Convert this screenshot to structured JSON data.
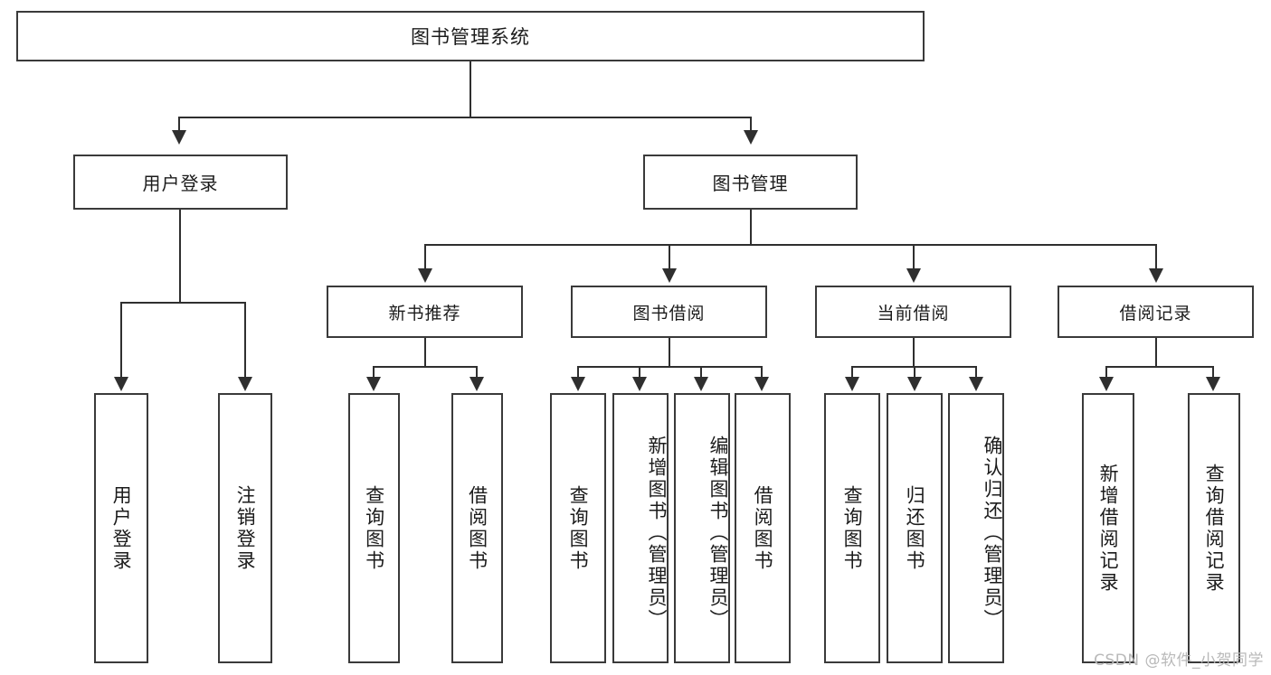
{
  "diagram": {
    "title": "图书管理系统",
    "root": {
      "label": "图书管理系统"
    },
    "level2": [
      {
        "label": "用户登录"
      },
      {
        "label": "图书管理"
      }
    ],
    "level3": [
      {
        "label": "新书推荐"
      },
      {
        "label": "图书借阅"
      },
      {
        "label": "当前借阅"
      },
      {
        "label": "借阅记录"
      }
    ],
    "leaves": {
      "user_login": [
        {
          "label": "用户登录"
        },
        {
          "label": "注销登录"
        }
      ],
      "new_book_recommend": [
        {
          "label": "查询图书"
        },
        {
          "label": "借阅图书"
        }
      ],
      "book_borrow": [
        {
          "label": "查询图书"
        },
        {
          "label": "新增图书（管理员）"
        },
        {
          "label": "编辑图书（管理员）"
        },
        {
          "label": "借阅图书"
        }
      ],
      "current_borrow": [
        {
          "label": "查询图书"
        },
        {
          "label": "归还图书"
        },
        {
          "label": "确认归还（管理员）"
        }
      ],
      "borrow_record": [
        {
          "label": "新增借阅记录"
        },
        {
          "label": "查询借阅记录"
        }
      ]
    }
  },
  "watermark": {
    "text": "CSDN @软件_小贺同学"
  },
  "colors": {
    "box_border": "#3a3a3a",
    "line": "#2f2f2f",
    "background": "#ffffff",
    "text": "#1b1b1b",
    "watermark": "#b9b9b9"
  }
}
